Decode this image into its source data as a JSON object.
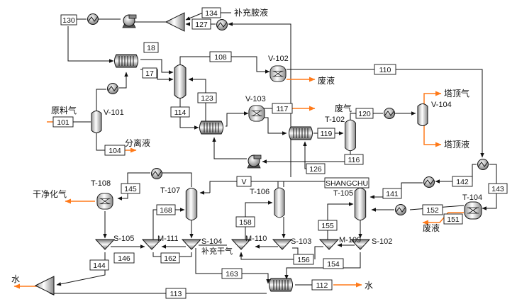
{
  "units": {
    "v101": "V-101",
    "v102": "V-102",
    "v103": "V-103",
    "v104": "V-104",
    "t102": "T-102",
    "t104": "T-104",
    "t105": "T-105",
    "t106": "T-106",
    "t107": "T-107",
    "t108": "T-108",
    "s102": "S-102",
    "s103": "S-103",
    "s104": "S-104",
    "s105": "S-105",
    "m109": "M-109",
    "m110": "M-110",
    "m111": "M-111"
  },
  "streams": {
    "s101": "101",
    "s104": "104",
    "s17": "17",
    "s18": "18",
    "s108": "108",
    "s110": "110",
    "s112": "112",
    "s113": "113",
    "s114": "114",
    "s116": "116",
    "s117": "117",
    "s119": "119",
    "s120": "120",
    "s123": "123",
    "s126": "126",
    "s127": "127",
    "s130": "130",
    "s134": "134",
    "s141": "141",
    "s142": "142",
    "s143": "143",
    "s144": "144",
    "s145": "145",
    "s146": "146",
    "s151": "151",
    "s152": "152",
    "s154": "154",
    "s155": "155",
    "s156": "156",
    "s158": "158",
    "s162": "162",
    "s163": "163",
    "s168": "168",
    "sV": "V",
    "shangchu": "SHANGCHU"
  },
  "labels": {
    "feed_gas": "原料气",
    "separated_liquid": "分离液",
    "makeup_amine": "补充胺液",
    "waste_liquid_top": "废液",
    "waste_gas": "废气",
    "top_gas": "塔顶气",
    "top_liquid": "塔顶液",
    "clean_gas": "干净化气",
    "water_left": "水",
    "water_right": "水",
    "makeup_dry_gas": "补充干气",
    "waste_liquid_bottom": "废液"
  },
  "colors": {
    "line": "#111111",
    "feed_arrow": "#ff7a1a"
  }
}
